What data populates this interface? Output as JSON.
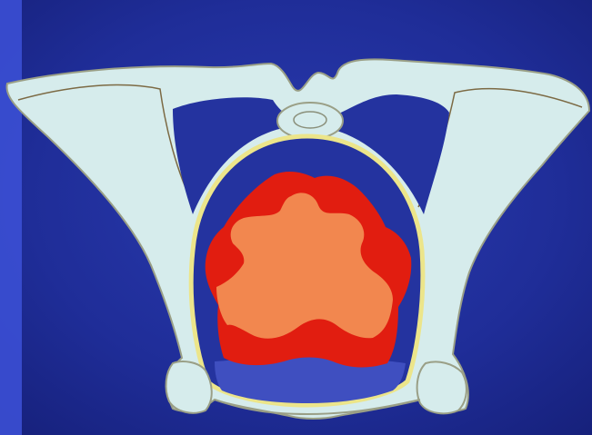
{
  "diagram": {
    "colors": {
      "background": "#1f2d98",
      "background_light": "#3b4fd4",
      "bone": "#d6ecec",
      "bone_outline": "#8a8f7a",
      "cavity": "#24339f",
      "lining": "#ece58a",
      "outer_zone": "#e11d10",
      "inner_zone": "#f2874f",
      "lower_cavity": "#3f4fc0"
    },
    "regions": [
      {
        "name": "background"
      },
      {
        "name": "pelvic-bone"
      },
      {
        "name": "sacral-ring"
      },
      {
        "name": "pelvic-cavity"
      },
      {
        "name": "cavity-lining"
      },
      {
        "name": "outer-dose-zone"
      },
      {
        "name": "inner-dose-zone"
      },
      {
        "name": "lower-cavity"
      }
    ]
  }
}
